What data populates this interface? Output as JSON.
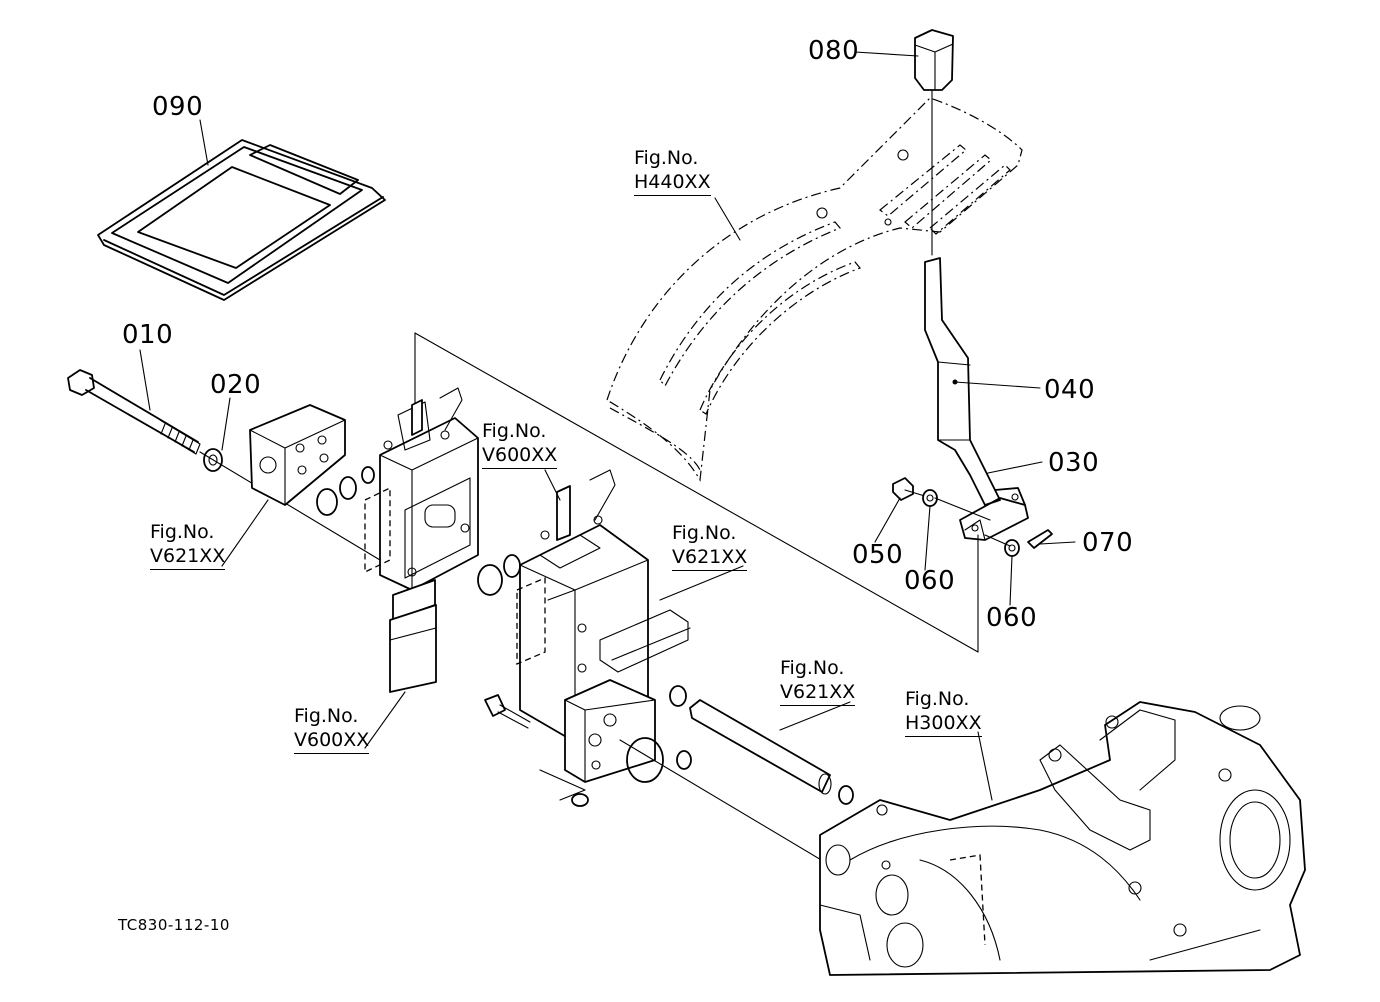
{
  "parts": {
    "p080": "080",
    "p090": "090",
    "p010": "010",
    "p020": "020",
    "p040": "040",
    "p030": "030",
    "p050": "050",
    "p060a": "060",
    "p070": "070",
    "p060b": "060"
  },
  "figure_refs": {
    "h440": {
      "line1": "Fig.No.",
      "line2": "H440XX"
    },
    "v600a": {
      "line1": "Fig.No.",
      "line2": "V600XX"
    },
    "v621a": {
      "line1": "Fig.No.",
      "line2": "V621XX"
    },
    "v621b": {
      "line1": "Fig.No.",
      "line2": "V621XX"
    },
    "v600b": {
      "line1": "Fig.No.",
      "line2": "V600XX"
    },
    "v621c": {
      "line1": "Fig.No.",
      "line2": "V621XX"
    },
    "h300": {
      "line1": "Fig.No.",
      "line2": "H300XX"
    }
  },
  "drawing_code": "TC830-112-10"
}
